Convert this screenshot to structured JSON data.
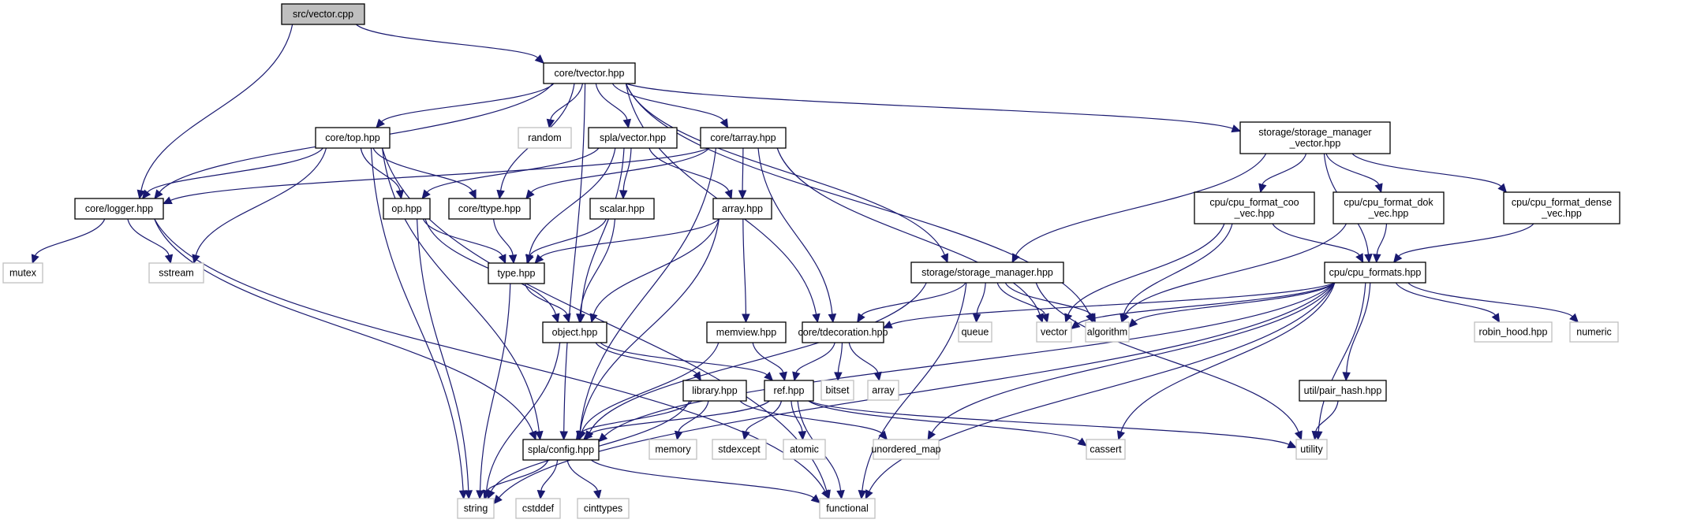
{
  "graph": {
    "title": "Include dependency graph for src/vector.cpp",
    "edge_color": "#191970",
    "root_fill": "#bfbfbf",
    "external_border": "#bfbfbf",
    "nodes": [
      {
        "id": "vector_cpp",
        "label": [
          "src/vector.cpp"
        ],
        "kind": "root"
      },
      {
        "id": "tvector",
        "label": [
          "core/tvector.hpp"
        ],
        "kind": "doc"
      },
      {
        "id": "top",
        "label": [
          "core/top.hpp"
        ],
        "kind": "doc"
      },
      {
        "id": "random",
        "label": [
          "random"
        ],
        "kind": "ext"
      },
      {
        "id": "spla_vector",
        "label": [
          "spla/vector.hpp"
        ],
        "kind": "doc"
      },
      {
        "id": "tarray",
        "label": [
          "core/tarray.hpp"
        ],
        "kind": "doc"
      },
      {
        "id": "smv",
        "label": [
          "storage/storage_manager",
          "_vector.hpp"
        ],
        "kind": "doc"
      },
      {
        "id": "logger",
        "label": [
          "core/logger.hpp"
        ],
        "kind": "doc"
      },
      {
        "id": "op",
        "label": [
          "op.hpp"
        ],
        "kind": "doc"
      },
      {
        "id": "ttype",
        "label": [
          "core/ttype.hpp"
        ],
        "kind": "doc"
      },
      {
        "id": "scalar",
        "label": [
          "scalar.hpp"
        ],
        "kind": "doc"
      },
      {
        "id": "array_hpp",
        "label": [
          "array.hpp"
        ],
        "kind": "doc"
      },
      {
        "id": "coo",
        "label": [
          "cpu/cpu_format_coo",
          "_vec.hpp"
        ],
        "kind": "doc"
      },
      {
        "id": "dok",
        "label": [
          "cpu/cpu_format_dok",
          "_vec.hpp"
        ],
        "kind": "doc"
      },
      {
        "id": "dense",
        "label": [
          "cpu/cpu_format_dense",
          "_vec.hpp"
        ],
        "kind": "doc"
      },
      {
        "id": "mutex",
        "label": [
          "mutex"
        ],
        "kind": "ext"
      },
      {
        "id": "sstream",
        "label": [
          "sstream"
        ],
        "kind": "ext"
      },
      {
        "id": "type",
        "label": [
          "type.hpp"
        ],
        "kind": "doc"
      },
      {
        "id": "sm",
        "label": [
          "storage/storage_manager.hpp"
        ],
        "kind": "doc"
      },
      {
        "id": "cpu_formats",
        "label": [
          "cpu/cpu_formats.hpp"
        ],
        "kind": "doc"
      },
      {
        "id": "object",
        "label": [
          "object.hpp"
        ],
        "kind": "doc"
      },
      {
        "id": "memview",
        "label": [
          "memview.hpp"
        ],
        "kind": "doc"
      },
      {
        "id": "tdecoration",
        "label": [
          "core/tdecoration.hpp"
        ],
        "kind": "doc"
      },
      {
        "id": "queue",
        "label": [
          "queue"
        ],
        "kind": "ext"
      },
      {
        "id": "vector",
        "label": [
          "vector"
        ],
        "kind": "ext"
      },
      {
        "id": "algorithm",
        "label": [
          "algorithm"
        ],
        "kind": "ext"
      },
      {
        "id": "robin_hood",
        "label": [
          "robin_hood.hpp"
        ],
        "kind": "ext"
      },
      {
        "id": "numeric",
        "label": [
          "numeric"
        ],
        "kind": "ext"
      },
      {
        "id": "library",
        "label": [
          "library.hpp"
        ],
        "kind": "doc"
      },
      {
        "id": "ref",
        "label": [
          "ref.hpp"
        ],
        "kind": "doc"
      },
      {
        "id": "bitset",
        "label": [
          "bitset"
        ],
        "kind": "ext"
      },
      {
        "id": "array_std",
        "label": [
          "array"
        ],
        "kind": "ext"
      },
      {
        "id": "pair_hash",
        "label": [
          "util/pair_hash.hpp"
        ],
        "kind": "doc"
      },
      {
        "id": "config",
        "label": [
          "spla/config.hpp"
        ],
        "kind": "doc"
      },
      {
        "id": "memory",
        "label": [
          "memory"
        ],
        "kind": "ext"
      },
      {
        "id": "stdexcept",
        "label": [
          "stdexcept"
        ],
        "kind": "ext"
      },
      {
        "id": "atomic",
        "label": [
          "atomic"
        ],
        "kind": "ext"
      },
      {
        "id": "unordered_map",
        "label": [
          "unordered_map"
        ],
        "kind": "ext"
      },
      {
        "id": "cassert",
        "label": [
          "cassert"
        ],
        "kind": "ext"
      },
      {
        "id": "utility",
        "label": [
          "utility"
        ],
        "kind": "ext"
      },
      {
        "id": "string",
        "label": [
          "string"
        ],
        "kind": "ext"
      },
      {
        "id": "cstddef",
        "label": [
          "cstddef"
        ],
        "kind": "ext"
      },
      {
        "id": "cinttypes",
        "label": [
          "cinttypes"
        ],
        "kind": "ext"
      },
      {
        "id": "functional",
        "label": [
          "functional"
        ],
        "kind": "ext"
      }
    ],
    "edges": [
      [
        "vector_cpp",
        "tvector"
      ],
      [
        "vector_cpp",
        "logger"
      ],
      [
        "tvector",
        "top"
      ],
      [
        "tvector",
        "random"
      ],
      [
        "tvector",
        "spla_vector"
      ],
      [
        "tvector",
        "tarray"
      ],
      [
        "tvector",
        "smv"
      ],
      [
        "tvector",
        "logger"
      ],
      [
        "tvector",
        "ttype"
      ],
      [
        "tvector",
        "config"
      ],
      [
        "tvector",
        "sm"
      ],
      [
        "tvector",
        "tdecoration"
      ],
      [
        "tvector",
        "algorithm"
      ],
      [
        "top",
        "logger"
      ],
      [
        "top",
        "op"
      ],
      [
        "top",
        "ttype"
      ],
      [
        "top",
        "sstream"
      ],
      [
        "top",
        "string"
      ],
      [
        "top",
        "config"
      ],
      [
        "top",
        "functional"
      ],
      [
        "spla_vector",
        "op"
      ],
      [
        "spla_vector",
        "scalar"
      ],
      [
        "spla_vector",
        "array_hpp"
      ],
      [
        "spla_vector",
        "type"
      ],
      [
        "spla_vector",
        "object"
      ],
      [
        "tarray",
        "array_hpp"
      ],
      [
        "tarray",
        "ttype"
      ],
      [
        "tarray",
        "logger"
      ],
      [
        "tarray",
        "tdecoration"
      ],
      [
        "tarray",
        "config"
      ],
      [
        "tarray",
        "vector"
      ],
      [
        "smv",
        "coo"
      ],
      [
        "smv",
        "dok"
      ],
      [
        "smv",
        "dense"
      ],
      [
        "smv",
        "sm"
      ],
      [
        "smv",
        "cpu_formats"
      ],
      [
        "logger",
        "mutex"
      ],
      [
        "logger",
        "sstream"
      ],
      [
        "logger",
        "config"
      ],
      [
        "logger",
        "functional"
      ],
      [
        "op",
        "type"
      ],
      [
        "op",
        "object"
      ],
      [
        "op",
        "string"
      ],
      [
        "ttype",
        "type"
      ],
      [
        "scalar",
        "type"
      ],
      [
        "scalar",
        "object"
      ],
      [
        "array_hpp",
        "type"
      ],
      [
        "array_hpp",
        "object"
      ],
      [
        "array_hpp",
        "memview"
      ],
      [
        "array_hpp",
        "config"
      ],
      [
        "coo",
        "cpu_formats"
      ],
      [
        "coo",
        "vector"
      ],
      [
        "coo",
        "algorithm"
      ],
      [
        "dok",
        "cpu_formats"
      ],
      [
        "dok",
        "algorithm"
      ],
      [
        "dense",
        "cpu_formats"
      ],
      [
        "type",
        "object"
      ],
      [
        "type",
        "string"
      ],
      [
        "sm",
        "tdecoration"
      ],
      [
        "sm",
        "queue"
      ],
      [
        "sm",
        "vector"
      ],
      [
        "sm",
        "algorithm"
      ],
      [
        "sm",
        "config"
      ],
      [
        "sm",
        "utility"
      ],
      [
        "sm",
        "functional"
      ],
      [
        "cpu_formats",
        "tdecoration"
      ],
      [
        "cpu_formats",
        "vector"
      ],
      [
        "cpu_formats",
        "algorithm"
      ],
      [
        "cpu_formats",
        "robin_hood"
      ],
      [
        "cpu_formats",
        "numeric"
      ],
      [
        "cpu_formats",
        "pair_hash"
      ],
      [
        "cpu_formats",
        "config"
      ],
      [
        "cpu_formats",
        "unordered_map"
      ],
      [
        "cpu_formats",
        "cassert"
      ],
      [
        "cpu_formats",
        "utility"
      ],
      [
        "cpu_formats",
        "string"
      ],
      [
        "cpu_formats",
        "functional"
      ],
      [
        "object",
        "ref"
      ],
      [
        "object",
        "library"
      ],
      [
        "object",
        "string"
      ],
      [
        "memview",
        "ref"
      ],
      [
        "memview",
        "config"
      ],
      [
        "tdecoration",
        "ref"
      ],
      [
        "tdecoration",
        "bitset"
      ],
      [
        "tdecoration",
        "array_std"
      ],
      [
        "library",
        "config"
      ],
      [
        "library",
        "memory"
      ],
      [
        "library",
        "unordered_map"
      ],
      [
        "library",
        "string"
      ],
      [
        "ref",
        "config"
      ],
      [
        "ref",
        "stdexcept"
      ],
      [
        "ref",
        "atomic"
      ],
      [
        "ref",
        "cassert"
      ],
      [
        "ref",
        "utility"
      ],
      [
        "ref",
        "functional"
      ],
      [
        "pair_hash",
        "utility"
      ],
      [
        "config",
        "string"
      ],
      [
        "config",
        "cstddef"
      ],
      [
        "config",
        "cinttypes"
      ],
      [
        "config",
        "functional"
      ]
    ]
  }
}
